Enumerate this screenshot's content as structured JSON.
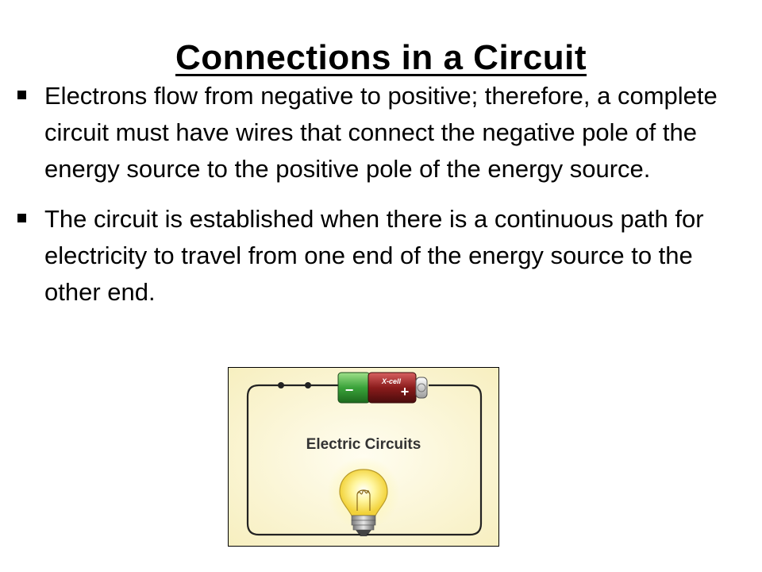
{
  "slide": {
    "title": "Connections in a Circuit",
    "bullets": [
      "Electrons flow from negative to positive; therefore, a complete circuit must have wires that connect the negative pole of the energy source to the positive pole of the energy source.",
      "The circuit is established when there is a continuous path for electricity to travel from one end of the energy source to the other end."
    ]
  },
  "figure": {
    "caption": "Electric Circuits",
    "battery_label": "X-cell",
    "negative_symbol": "−",
    "positive_symbol": "+",
    "colors": {
      "background": "#fdf9d8",
      "battery_negative": "#3aa23a",
      "battery_positive": "#8b1c1c",
      "bulb_glow": "#fff27a",
      "wire": "#222222"
    }
  }
}
